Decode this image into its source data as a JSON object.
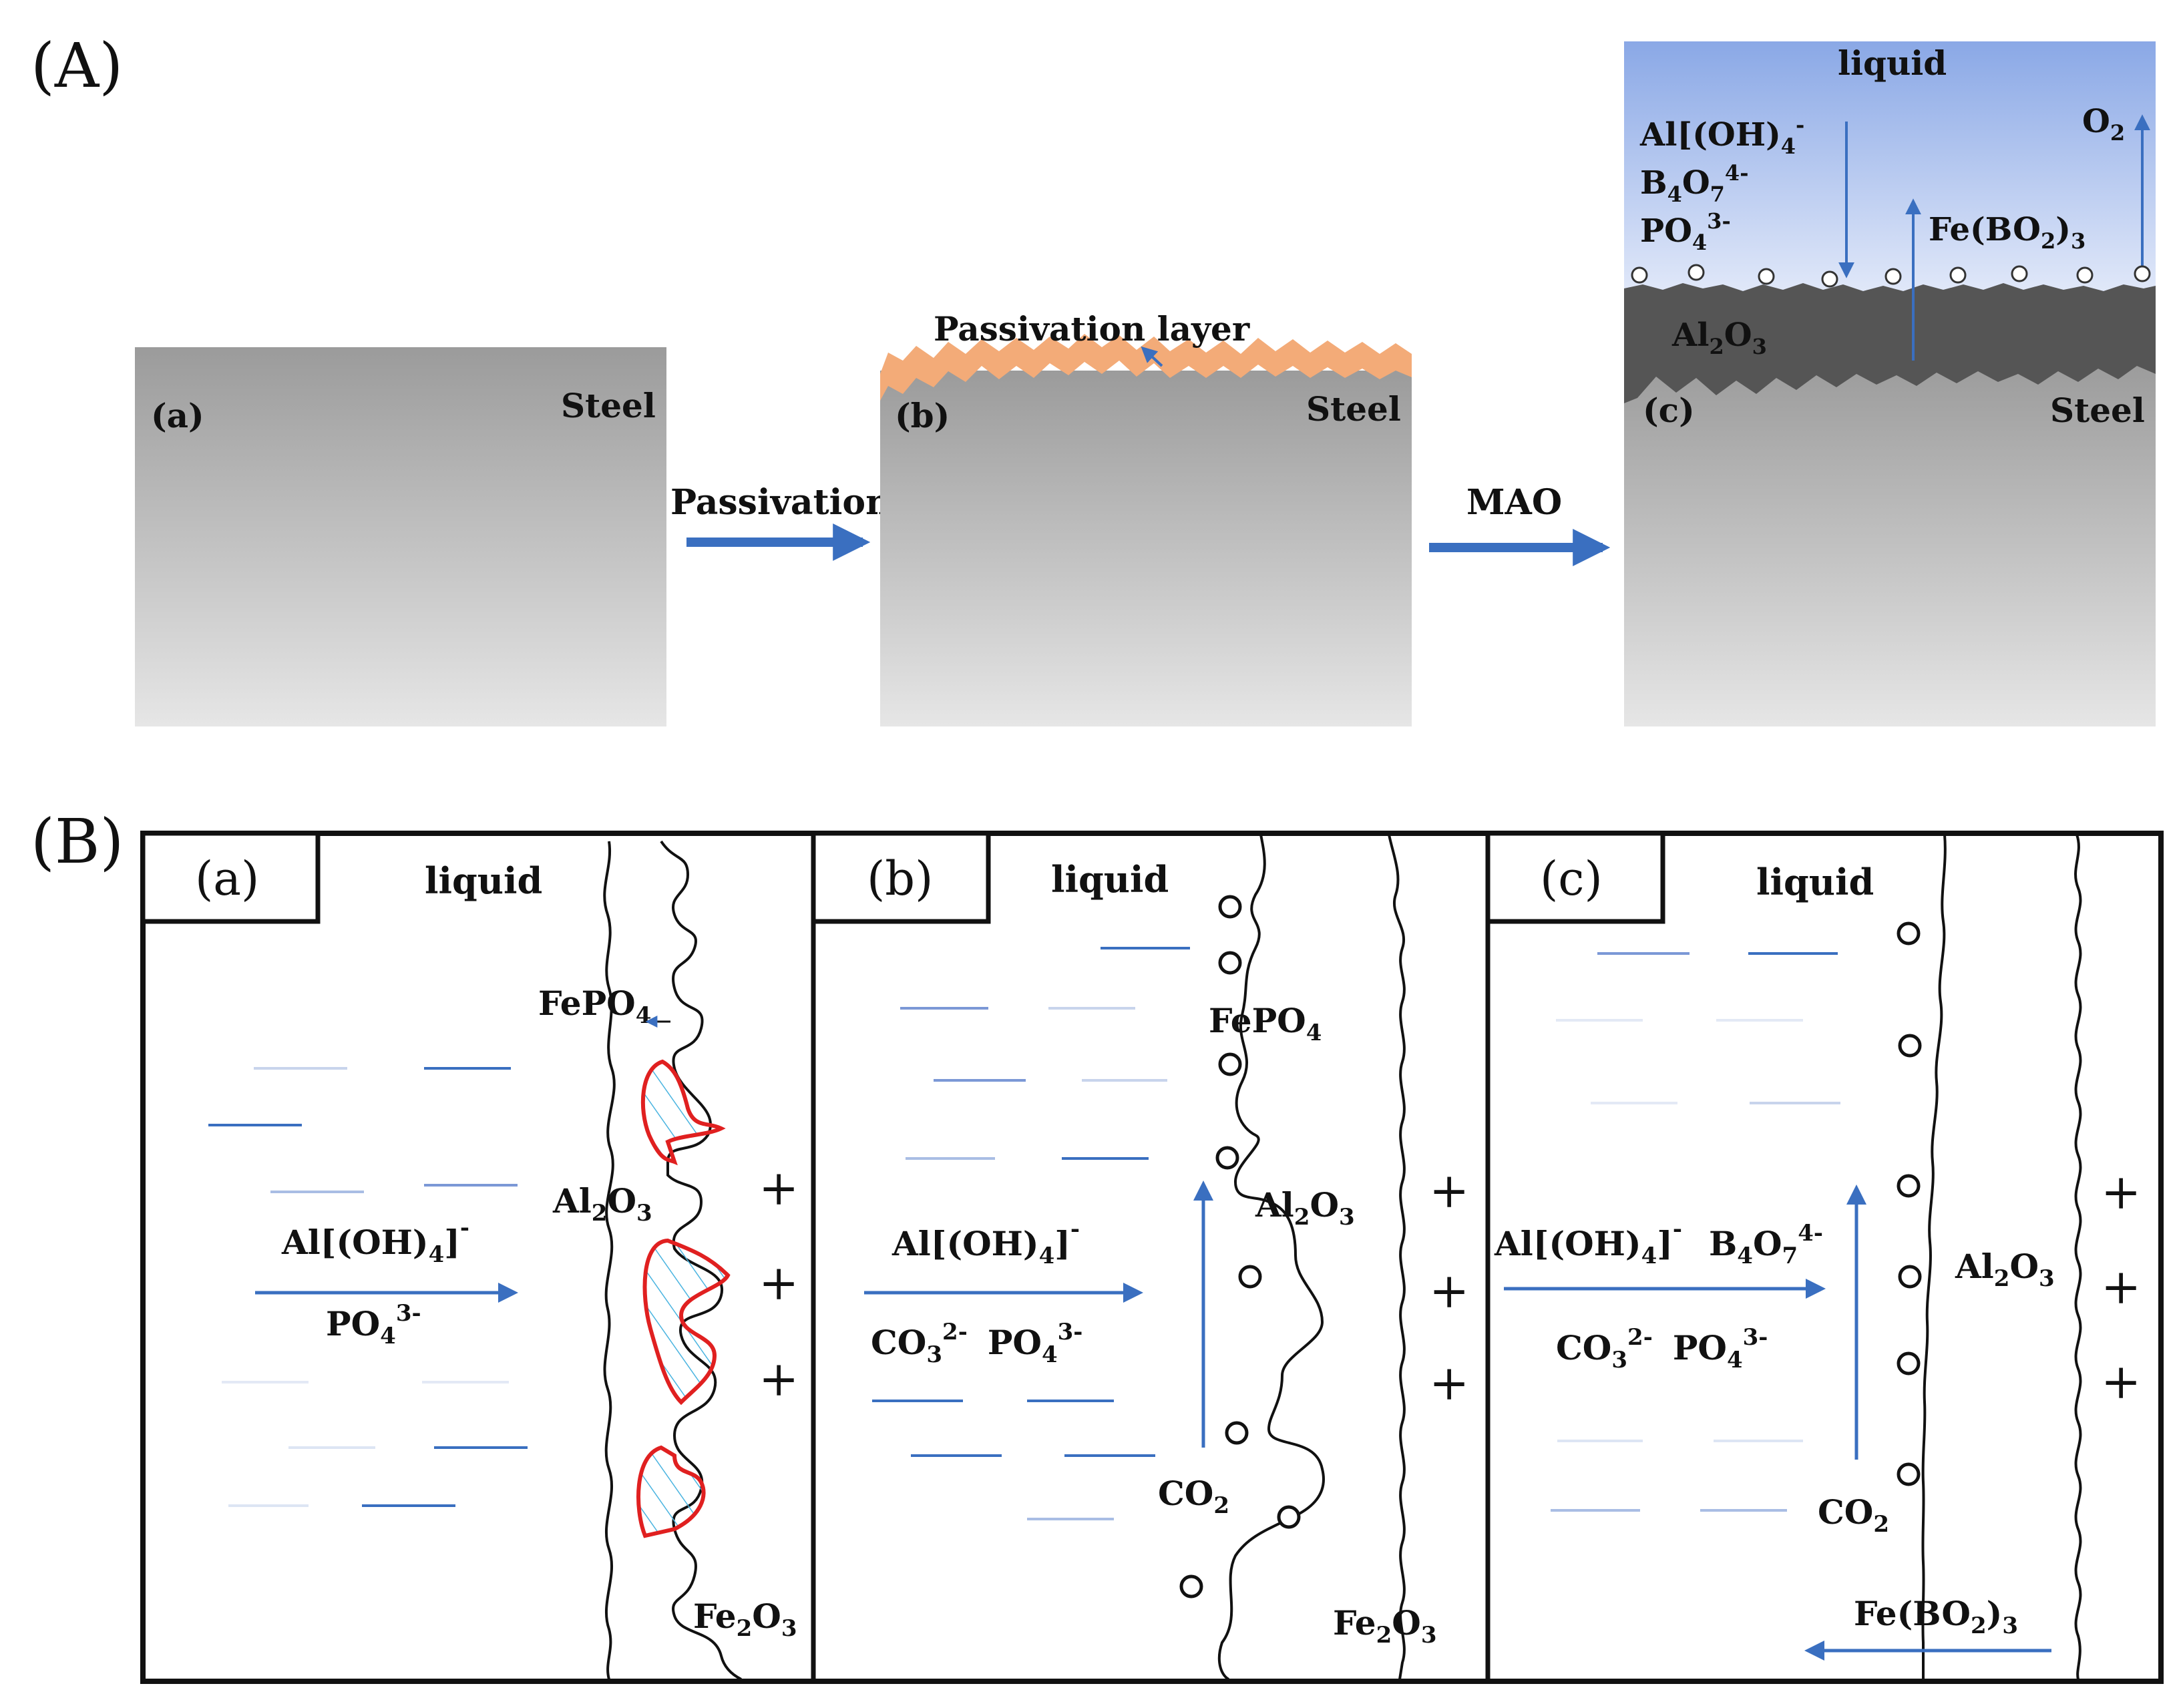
{
  "partA": {
    "label": "(A)",
    "panel_a": {
      "tag": "(a)",
      "material": "Steel"
    },
    "arrow1_label": "Passivation",
    "panel_b": {
      "tag": "(b)",
      "material": "Steel",
      "layer": "Passivation layer"
    },
    "arrow2_label": "MAO",
    "panel_c": {
      "tag": "(c)",
      "material": "Steel",
      "liquid": "liquid",
      "coating": {
        "base": "Al",
        "sub": "2",
        "rest": "O",
        "sub2": "3"
      },
      "ions_in": [
        "Al[(OH)4]-",
        "B4O7 4-",
        "PO4 3-"
      ],
      "out_o2": "O2",
      "out_fe": "Fe(BO2)3"
    }
  },
  "partB": {
    "label": "(B)",
    "panels": [
      {
        "tag": "(a)",
        "liquid": "liquid",
        "ions_top": "Al[(OH)4]-",
        "ions_bottom": "PO4 3-",
        "fepo4": "FePO4",
        "al2o3": "Al2O3",
        "fe2o3": "Fe2O3"
      },
      {
        "tag": "(b)",
        "liquid": "liquid",
        "ions_top": "Al[(OH)4]-",
        "ions_bottom": "CO3 2-  PO4 3-",
        "fepo4": "FePO4",
        "al2o3": "Al2O3",
        "fe2o3": "Fe2O3",
        "co2": "CO2"
      },
      {
        "tag": "(c)",
        "liquid": "liquid",
        "ions_top": "Al[(OH)4]-  B4O7 4-",
        "ions_bottom": "CO3 2-  PO4 3-",
        "al2o3": "Al2O3",
        "co2": "CO2",
        "febo": "Fe(BO2)3"
      }
    ],
    "plus": "+"
  },
  "colors": {
    "arrow": "#3a6fc0",
    "passivation": "#f3ab78",
    "liquid_top": "#8aa8e6",
    "coating": "#555555",
    "hatch_edge": "#e02020",
    "hatch": "#4ab4e0"
  }
}
